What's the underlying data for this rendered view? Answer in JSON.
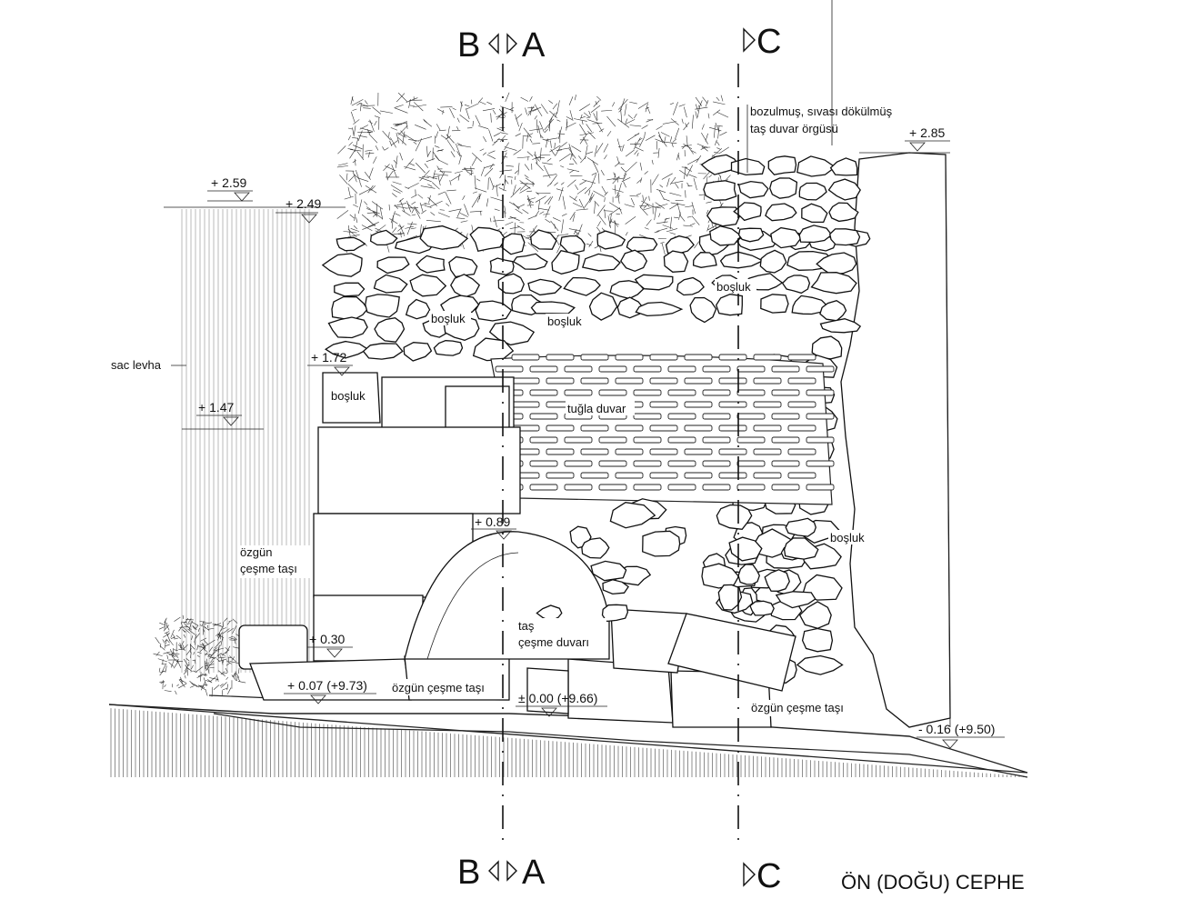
{
  "sections": {
    "top_left": "B",
    "top_mid": "A",
    "top_right": "C",
    "bottom_left": "B",
    "bottom_mid": "A",
    "bottom_right": "C"
  },
  "title": "ÖN (DOĞU) CEPHE",
  "levels": {
    "l259": "+ 2.59",
    "l249": "+ 2.49",
    "l285": "+ 2.85",
    "l172": "+ 1.72",
    "l147": "+ 1.47",
    "l089": "+ 0.89",
    "l030": "+ 0.30",
    "l007": "+ 0.07 (+9.73)",
    "l000": "± 0.00 (+9.66)",
    "lm016": "- 0.16 (+9.50)"
  },
  "labels": {
    "bozulmus_1": "bozulmuş, sıvası dökülmüş",
    "bozulmus_2": "taş duvar örgüsü",
    "bosluk_1": "boşluk",
    "bosluk_2": "boşluk",
    "bosluk_3": "boşluk",
    "bosluk_4": "boşluk",
    "bosluk_5": "boşluk",
    "sac_levha": "sac levha",
    "tugla_duvar": "tuğla duvar",
    "ozgun_1": "özgün",
    "ozgun_2": "çeşme taşı",
    "tas_1": "taş",
    "tas_2": "çeşme duvarı",
    "ozgun_bottom_1": "özgün çeşme taşı",
    "ozgun_bottom_2": "özgün çeşme taşı"
  }
}
